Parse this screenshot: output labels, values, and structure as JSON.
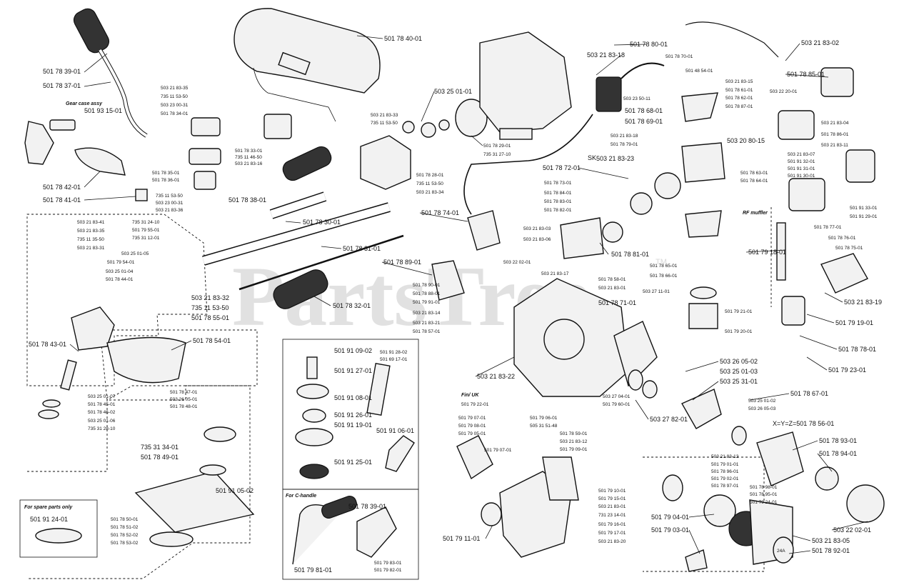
{
  "watermark": {
    "text": "PartsTree",
    "trademark": "TM"
  },
  "boxes": {
    "gear_case_assy": "Gear case assy",
    "spare_parts_only": "For spare parts only",
    "c_handle": "For C-handle",
    "rf_muffler": "RF muffler",
    "fin_uk": "Fin/ UK"
  },
  "misc_marks": {
    "sk_prefix": "SK",
    "xyz_note": "X=Y=Z=501 78 56-01",
    "cap_label": "24A"
  },
  "labels": [
    {
      "id": "l1",
      "text": "501 78 39-01"
    },
    {
      "id": "l2",
      "text": "501 78 37-01"
    },
    {
      "id": "l3",
      "text": "501 93 15-01"
    },
    {
      "id": "l4",
      "text": "501 78 42-01"
    },
    {
      "id": "l5",
      "text": "501 78 41-01"
    },
    {
      "id": "l6",
      "text": "501 78 40-01"
    },
    {
      "id": "l7",
      "text": "503 21 83-35"
    },
    {
      "id": "l8",
      "text": "735 11 53-50"
    },
    {
      "id": "l9",
      "text": "503 23 00-31"
    },
    {
      "id": "l10",
      "text": "501 78 34-01"
    },
    {
      "id": "l11",
      "text": "501 78 35-01"
    },
    {
      "id": "l12",
      "text": "501 78 36-01"
    },
    {
      "id": "l13",
      "text": "503 21 83-33"
    },
    {
      "id": "l14",
      "text": "735 11 53-50"
    },
    {
      "id": "l15",
      "text": "501 78 33-01"
    },
    {
      "id": "l16",
      "text": "735 11 46-50"
    },
    {
      "id": "l17",
      "text": "503 21 83-16"
    },
    {
      "id": "l18",
      "text": "501 78 38-01"
    },
    {
      "id": "l19",
      "text": "503 25 01-01"
    },
    {
      "id": "l20",
      "text": "501 78 29-01"
    },
    {
      "id": "l21",
      "text": "735 31 27-10"
    },
    {
      "id": "l22",
      "text": "501 78 28-01"
    },
    {
      "id": "l23",
      "text": "735 11 53-50"
    },
    {
      "id": "l24",
      "text": "503 21 83-34"
    },
    {
      "id": "l25",
      "text": "501 78 30-01"
    },
    {
      "id": "l26",
      "text": "501 78 31-01"
    },
    {
      "id": "l27",
      "text": "501 78 32-01"
    },
    {
      "id": "l28",
      "text": "735 31 24-10"
    },
    {
      "id": "l29",
      "text": "501 79 55-01"
    },
    {
      "id": "l30",
      "text": "735 31 12-01"
    },
    {
      "id": "l31",
      "text": "503 21 83-32"
    },
    {
      "id": "l32",
      "text": "735 11 53-50"
    },
    {
      "id": "l33",
      "text": "501 78 55-01"
    },
    {
      "id": "l34",
      "text": "501 78 43-01"
    },
    {
      "id": "l35",
      "text": "501 78 54-01"
    },
    {
      "id": "l36",
      "text": "735 31 34-01"
    },
    {
      "id": "l37",
      "text": "501 78 49-01"
    },
    {
      "id": "l38",
      "text": "501 91 05-02"
    },
    {
      "id": "l39",
      "text": "501 91 24-01"
    },
    {
      "id": "l40",
      "text": "501 91 09-02"
    },
    {
      "id": "l41",
      "text": "501 91 28-02"
    },
    {
      "id": "l42",
      "text": "501 69 17-01"
    },
    {
      "id": "l43",
      "text": "501 91 27-01"
    },
    {
      "id": "l44",
      "text": "501 91 08-01"
    },
    {
      "id": "l45",
      "text": "501 91 26-01"
    },
    {
      "id": "l46",
      "text": "501 91 19-01"
    },
    {
      "id": "l47",
      "text": "501 91 06-01"
    },
    {
      "id": "l48",
      "text": "501 91 25-01"
    },
    {
      "id": "l49",
      "text": "501 78 39-01"
    },
    {
      "id": "l50",
      "text": "501 79 81-01"
    },
    {
      "id": "l51",
      "text": "501 78 80-01"
    },
    {
      "id": "l52",
      "text": "501 78 70-01"
    },
    {
      "id": "l53",
      "text": "503 21 83-18"
    },
    {
      "id": "l54",
      "text": "501 48 54-01"
    },
    {
      "id": "l55",
      "text": "503 23 50-11"
    },
    {
      "id": "l56",
      "text": "501 78 68-01"
    },
    {
      "id": "l57",
      "text": "501 78 69-01"
    },
    {
      "id": "l58",
      "text": "503 21 83-15"
    },
    {
      "id": "l59",
      "text": "501 78 61-01"
    },
    {
      "id": "l60",
      "text": "501 78 62-01"
    },
    {
      "id": "l61",
      "text": "501 78 87-01"
    },
    {
      "id": "l62",
      "text": "503 21 83-02"
    },
    {
      "id": "l63",
      "text": "501 78 85-01"
    },
    {
      "id": "l64",
      "text": "503 22 20-01"
    },
    {
      "id": "l65",
      "text": "503 21 83-04"
    },
    {
      "id": "l66",
      "text": "501 78 86-01"
    },
    {
      "id": "l67",
      "text": "503 21 83-11"
    },
    {
      "id": "l68",
      "text": "503 21 83-18"
    },
    {
      "id": "l69",
      "text": "501 78 79-01"
    },
    {
      "id": "l70",
      "text": "503 20 80-15"
    },
    {
      "id": "l71",
      "text": "503 21 83-23"
    },
    {
      "id": "l72",
      "text": "501 78 63-01"
    },
    {
      "id": "l73",
      "text": "501 78 64-01"
    },
    {
      "id": "l74",
      "text": "501 78 72-01"
    },
    {
      "id": "l75",
      "text": "501 78 73-01"
    },
    {
      "id": "l76",
      "text": "501 78 84-01"
    },
    {
      "id": "l77",
      "text": "501 78 83-01"
    },
    {
      "id": "l78",
      "text": "501 78 82-01"
    },
    {
      "id": "l79",
      "text": "501 78 74-01"
    },
    {
      "id": "l80",
      "text": "503 21 83-03"
    },
    {
      "id": "l81",
      "text": "503 21 83-06"
    },
    {
      "id": "l82",
      "text": "503 22 02-01"
    },
    {
      "id": "l83",
      "text": "501 78 81-01"
    },
    {
      "id": "l84",
      "text": "501 91 33-01"
    },
    {
      "id": "l85",
      "text": "501 91 29-01"
    },
    {
      "id": "l86",
      "text": "501 78 77-01"
    },
    {
      "id": "l87",
      "text": "501 78 76-01"
    },
    {
      "id": "l88",
      "text": "501 78 75-01"
    },
    {
      "id": "l89",
      "text": "501 79 18-01"
    },
    {
      "id": "l90",
      "text": "501 78 65-01"
    },
    {
      "id": "l91",
      "text": "501 78 66-01"
    },
    {
      "id": "l92",
      "text": "503 27 11-01"
    },
    {
      "id": "l93",
      "text": "501 78 58-01"
    },
    {
      "id": "l94",
      "text": "503 21 83-01"
    },
    {
      "id": "l95",
      "text": "501 78 71-01"
    },
    {
      "id": "l96",
      "text": "501 78 89-01"
    },
    {
      "id": "l97",
      "text": "501 78 90-01"
    },
    {
      "id": "l98",
      "text": "501 78 88-01"
    },
    {
      "id": "l99",
      "text": "501 79 91-01"
    },
    {
      "id": "l100",
      "text": "503 21 83-14"
    },
    {
      "id": "l101",
      "text": "503 21 83-21"
    },
    {
      "id": "l102",
      "text": "501 78 57-01"
    },
    {
      "id": "l103",
      "text": "503 21 83-17"
    },
    {
      "id": "l104",
      "text": "503 21 83-19"
    },
    {
      "id": "l105",
      "text": "501 79 21-01"
    },
    {
      "id": "l106",
      "text": "501 79 19-01"
    },
    {
      "id": "l107",
      "text": "501 79 20-01"
    },
    {
      "id": "l108",
      "text": "501 78 78-01"
    },
    {
      "id": "l109",
      "text": "501 79 23-01"
    },
    {
      "id": "l110",
      "text": "503 26 05-02"
    },
    {
      "id": "l111",
      "text": "503 25 01-03"
    },
    {
      "id": "l112",
      "text": "503 25 31-01"
    },
    {
      "id": "l113",
      "text": "501 78 67-01"
    },
    {
      "id": "l114",
      "text": "503 21 83-22"
    },
    {
      "id": "l115",
      "text": "503 25 01-02"
    },
    {
      "id": "l116",
      "text": "503 26 05-03"
    },
    {
      "id": "l117",
      "text": "503 27 82-01"
    },
    {
      "id": "l118",
      "text": "501 78 93-01"
    },
    {
      "id": "l119",
      "text": "501 78 94-01"
    },
    {
      "id": "l120",
      "text": "503 22 02-01"
    },
    {
      "id": "l121",
      "text": "501 79 04-01"
    },
    {
      "id": "l122",
      "text": "501 79 03-01"
    },
    {
      "id": "l123",
      "text": "503 21 83-05"
    },
    {
      "id": "l124",
      "text": "501 78 92-01"
    },
    {
      "id": "l125",
      "text": "501 79 11-01"
    },
    {
      "id": "l126",
      "text": "501 79 06-01"
    },
    {
      "id": "l127",
      "text": "505 31 51-48"
    },
    {
      "id": "l128",
      "text": "501 79 22-01"
    }
  ],
  "small_labels": [
    {
      "id": "s1",
      "text": "503 21 83-41"
    },
    {
      "id": "s2",
      "text": "503 21 83-35"
    },
    {
      "id": "s3",
      "text": "735 11 35-50"
    },
    {
      "id": "s4",
      "text": "503 21 83-31"
    },
    {
      "id": "s5",
      "text": "503 25 01-05"
    },
    {
      "id": "s6",
      "text": "501 79 54-01"
    },
    {
      "id": "s7",
      "text": "503 25 01-04"
    },
    {
      "id": "s8",
      "text": "501 78 44-01"
    },
    {
      "id": "s9",
      "text": "503 25 01-07"
    },
    {
      "id": "s10",
      "text": "501 78 45-01"
    },
    {
      "id": "s11",
      "text": "501 78 46-02"
    },
    {
      "id": "s12",
      "text": "503 25 01-06"
    },
    {
      "id": "s13",
      "text": "735 31 28-10"
    },
    {
      "id": "s14",
      "text": "501 78 47-01"
    },
    {
      "id": "s15",
      "text": "503 26 05-01"
    },
    {
      "id": "s16",
      "text": "501 78 48-01"
    },
    {
      "id": "s17",
      "text": "501 78 50-01"
    },
    {
      "id": "s18",
      "text": "501 78 51-02"
    },
    {
      "id": "s19",
      "text": "501 78 52-02"
    },
    {
      "id": "s20",
      "text": "501 78 53-02"
    },
    {
      "id": "s21",
      "text": "735 11 53-50"
    },
    {
      "id": "s22",
      "text": "503 23 00-31"
    },
    {
      "id": "s23",
      "text": "503 21 83-36"
    },
    {
      "id": "s24",
      "text": "503 21 83-07"
    },
    {
      "id": "s25",
      "text": "501 91 32-01"
    },
    {
      "id": "s26",
      "text": "501 91 31-01"
    },
    {
      "id": "s27",
      "text": "501 91 30-01"
    },
    {
      "id": "s28",
      "text": "501 79 07-01"
    },
    {
      "id": "s29",
      "text": "501 79 08-01"
    },
    {
      "id": "s30",
      "text": "501 79 05-01"
    },
    {
      "id": "s31",
      "text": "501 79 07-01"
    },
    {
      "id": "s32",
      "text": "501 79 09-01"
    },
    {
      "id": "s33",
      "text": "503 27 04-01"
    },
    {
      "id": "s34",
      "text": "501 79 60-01"
    },
    {
      "id": "s35",
      "text": "501 78 59-01"
    },
    {
      "id": "s36",
      "text": "503 21 83-12"
    },
    {
      "id": "s37",
      "text": "503 21 83-13"
    },
    {
      "id": "s38",
      "text": "501 79 01-01"
    },
    {
      "id": "s39",
      "text": "501 78 96-01"
    },
    {
      "id": "s40",
      "text": "501 79 02-01"
    },
    {
      "id": "s41",
      "text": "501 78 97-01"
    },
    {
      "id": "s42",
      "text": "501 78 98-01"
    },
    {
      "id": "s43",
      "text": "501 78 95-01"
    },
    {
      "id": "s44",
      "text": "501 79 24-01"
    },
    {
      "id": "s45",
      "text": "501 79 10-01"
    },
    {
      "id": "s46",
      "text": "501 79 15-01"
    },
    {
      "id": "s47",
      "text": "503 21 83-01"
    },
    {
      "id": "s48",
      "text": "731 23 14-01"
    },
    {
      "id": "s49",
      "text": "501 79 16-01"
    },
    {
      "id": "s50",
      "text": "501 79 17-01"
    },
    {
      "id": "s51",
      "text": "503 21 83-20"
    },
    {
      "id": "s52",
      "text": "501 79 83-01"
    },
    {
      "id": "s53",
      "text": "501 79 82-01"
    }
  ]
}
